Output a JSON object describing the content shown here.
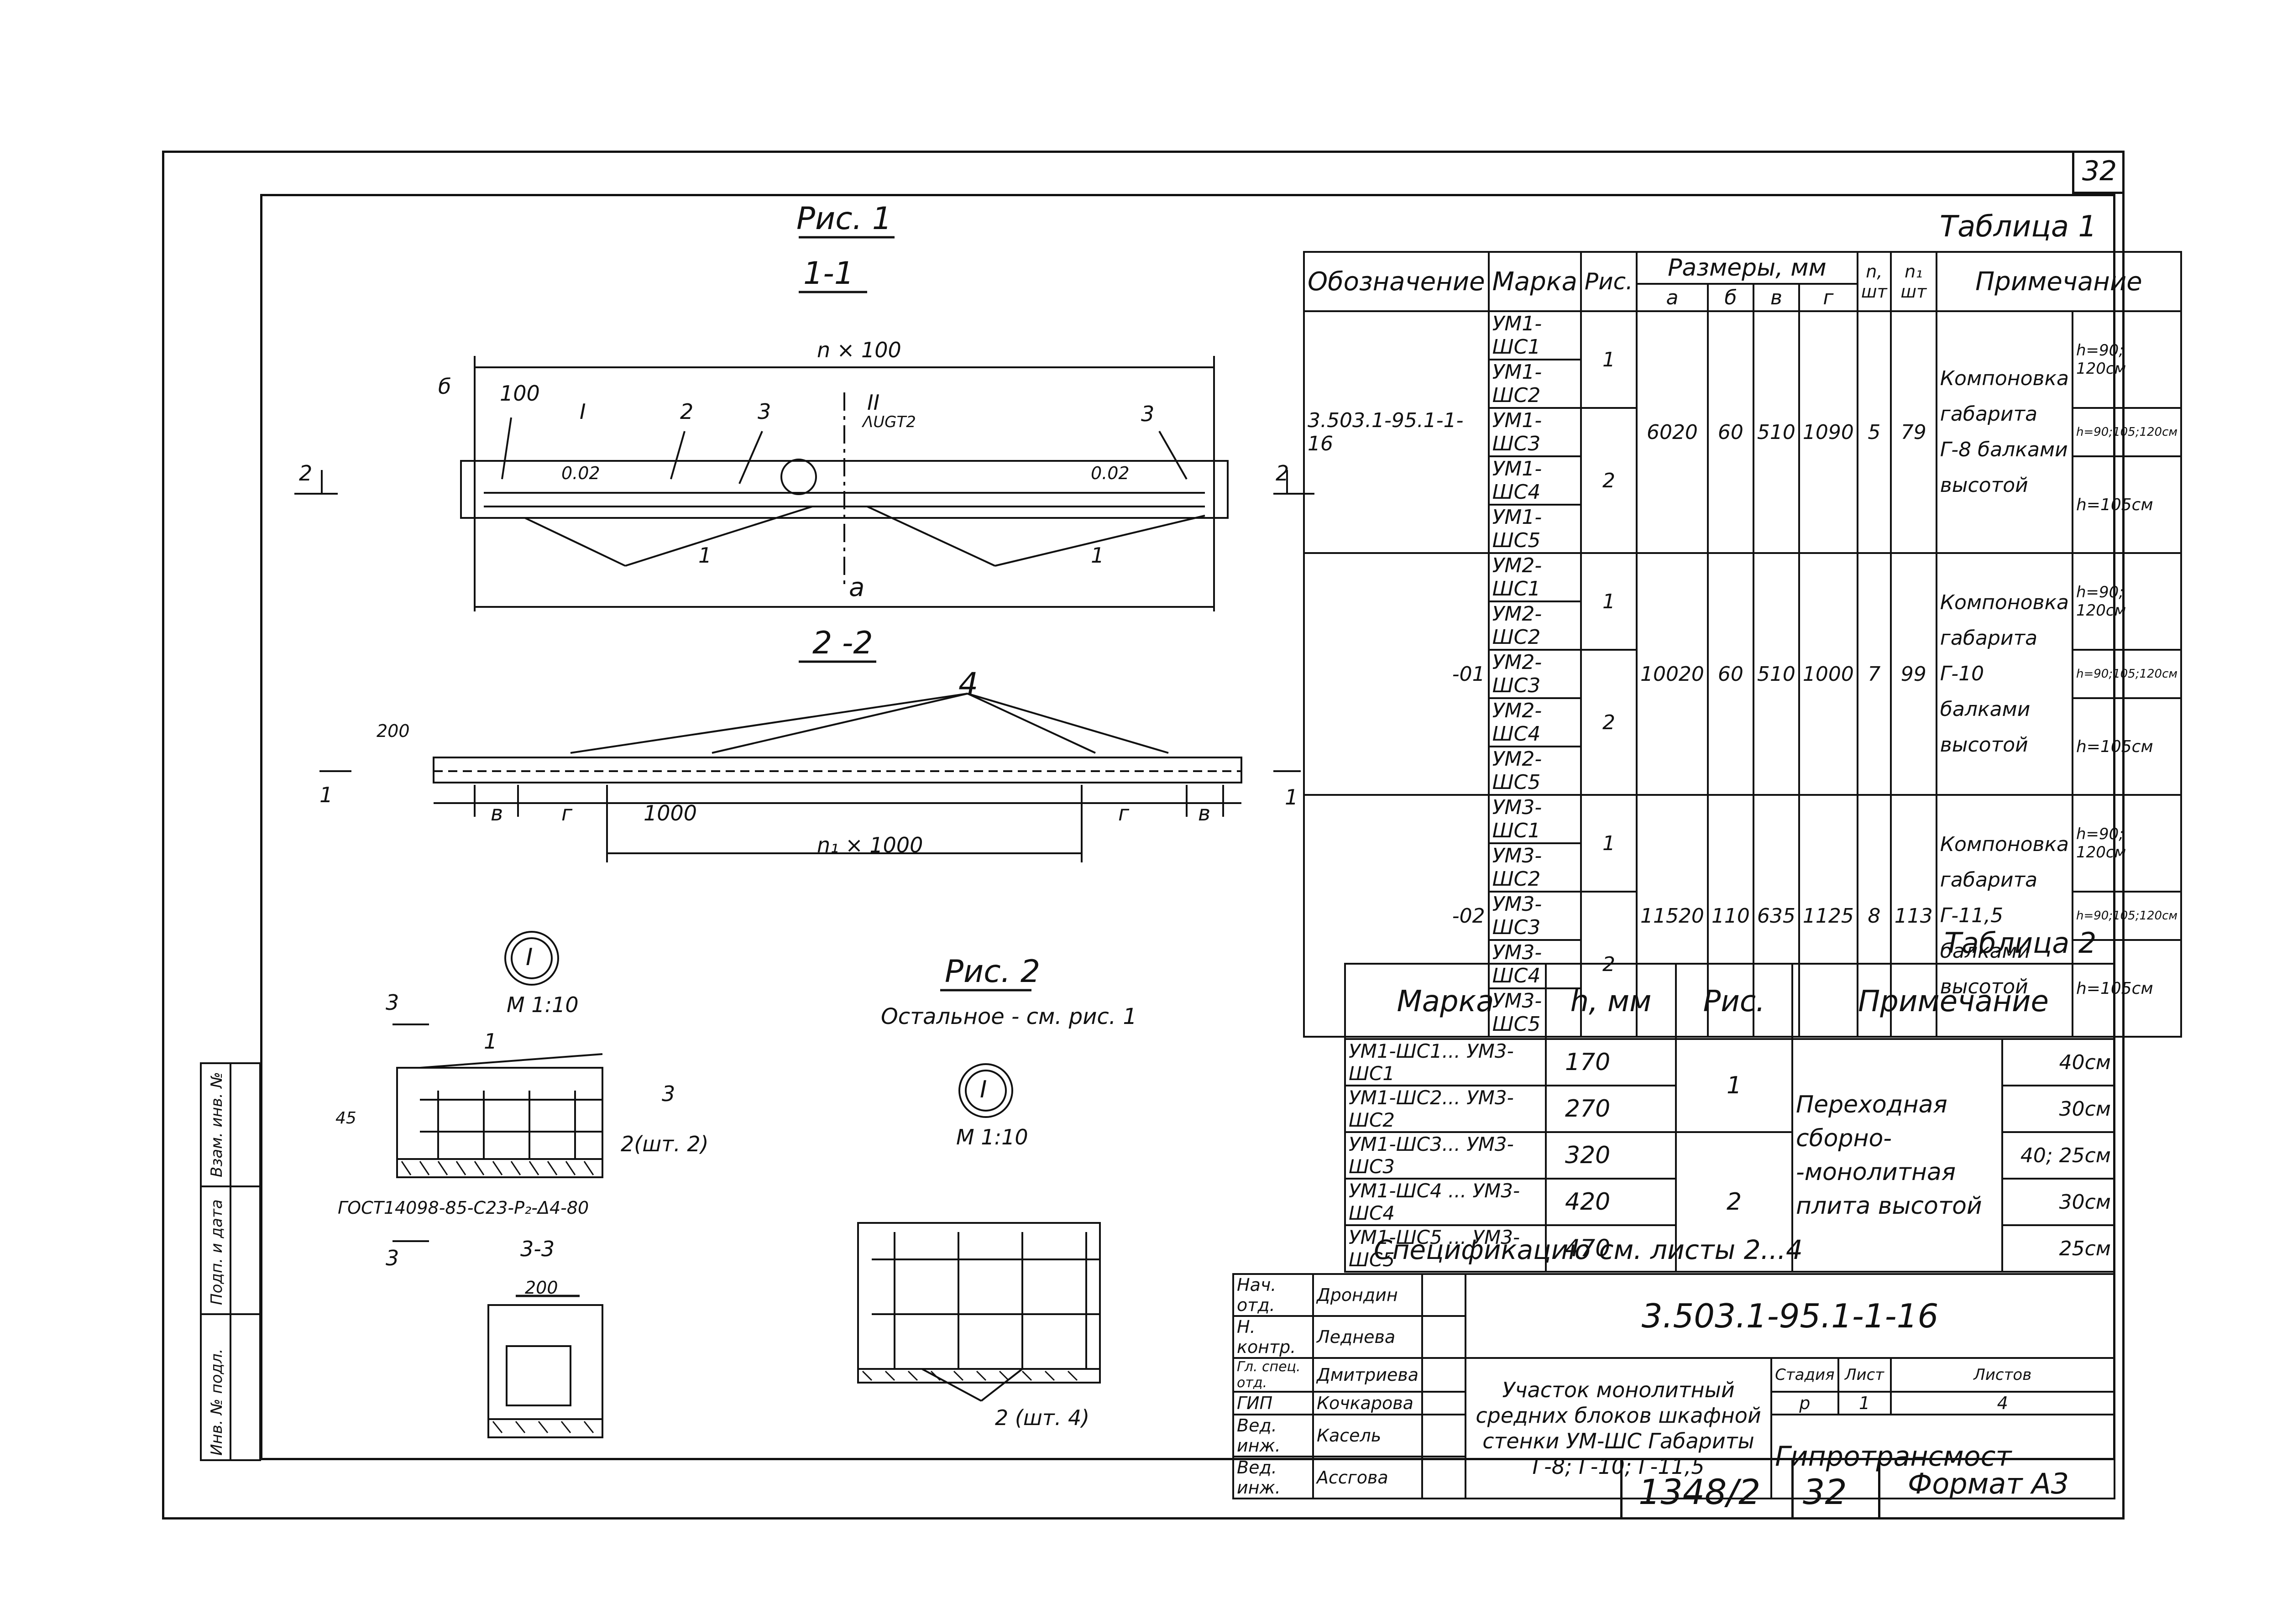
{
  "sheet_number_corner": "32",
  "figures": {
    "fig1_title": "Рис. 1",
    "section_1_1": "1-1",
    "section_2_2": "2 -2",
    "section_3_3": "3-3",
    "fig2_title": "Рис. 2",
    "fig2_note": "Остальное - см. рис. 1",
    "node_roman": "I",
    "node_roman_2": "II",
    "node_scale_1": "М 1:10",
    "node_scale_2": "М 1:10",
    "dim_n100": "n × 100",
    "dim_n1_1000": "n₁ × 1000",
    "dim_a": "a",
    "dim_b": "б",
    "dim_v": "в",
    "dim_g": "г",
    "dim_100": "100",
    "dim_1000": "1000",
    "dim_200": "200",
    "dim_200_b": "200",
    "dim_45": "45",
    "slope_left": "0.02",
    "slope_right": "0.02",
    "mark_aucb": "ΛUGT2",
    "pos_1": "1",
    "pos_2": "2",
    "pos_3": "3",
    "pos_4": "4",
    "cut_2": "2",
    "cut_1": "1",
    "cut_3": "3",
    "rebar_2_sht2": "2(шт. 2)",
    "rebar_2_sht4": "2 (шт. 4)",
    "gost": "ГОСТ14098-85-С23-Р₂-Δ4-80"
  },
  "table1": {
    "title": "Таблица 1",
    "headers": {
      "designation": "Обозначение",
      "mark": "Марка",
      "fig": "Рис.",
      "sizes": "Размеры, мм",
      "a": "а",
      "b": "б",
      "v": "в",
      "g": "г",
      "n": "n, шт",
      "n1": "n₁ шт",
      "note": "Примечание"
    },
    "groups": [
      {
        "designation": "3.503.1-95.1-1-16",
        "marks": [
          "УМ1-ШС1",
          "УМ1-ШС2",
          "УМ1-ШС3",
          "УМ1-ШС4",
          "УМ1-ШС5"
        ],
        "fig_top": "1",
        "fig_bottom": "2",
        "a": "6020",
        "b": "60",
        "v": "510",
        "g": "1090",
        "n": "5",
        "n1": "79",
        "note_text": "Компоновка габарита Г-8 балками высотой",
        "heights": [
          "h=90; 120см",
          "h=90;105;120см",
          "h=105см"
        ]
      },
      {
        "designation": "-01",
        "marks": [
          "УМ2-ШС1",
          "УМ2-ШС2",
          "УМ2-ШС3",
          "УМ2-ШС4",
          "УМ2-ШС5"
        ],
        "fig_top": "1",
        "fig_bottom": "2",
        "a": "10020",
        "b": "60",
        "v": "510",
        "g": "1000",
        "n": "7",
        "n1": "99",
        "note_text": "Компоновка габарита Г-10 балками высотой",
        "heights": [
          "h=90; 120см",
          "h=90;105;120см",
          "h=105см"
        ]
      },
      {
        "designation": "-02",
        "marks": [
          "УМ3-ШС1",
          "УМ3-ШС2",
          "УМ3-ШС3",
          "УМ3-ШС4",
          "УМ3-ШС5"
        ],
        "fig_top": "1",
        "fig_bottom": "2",
        "a": "11520",
        "b": "110",
        "v": "635",
        "g": "1125",
        "n": "8",
        "n1": "113",
        "note_text": "Компоновка габарита Г-11,5 балками высотой",
        "heights": [
          "h=90; 120см",
          "h=90;105;120см",
          "h=105см"
        ]
      }
    ]
  },
  "table2": {
    "title": "Таблица 2",
    "headers": {
      "mark": "Марка",
      "h": "h, мм",
      "fig": "Рис.",
      "note": "Примечание"
    },
    "rows": [
      {
        "mark": "УМ1-ШС1... УМ3-ШС1",
        "h": "170",
        "note_val": "40см"
      },
      {
        "mark": "УМ1-ШС2... УМ3-ШС2",
        "h": "270",
        "note_val": "30см"
      },
      {
        "mark": "УМ1-ШС3... УМ3-ШС3",
        "h": "320",
        "note_val": "40; 25см"
      },
      {
        "mark": "УМ1-ШС4 ... УМ3-ШС4",
        "h": "420",
        "note_val": "30см"
      },
      {
        "mark": "УМ1-ШС5 ... УМ3-ШС5",
        "h": "470",
        "note_val": "25см"
      }
    ],
    "fig_1": "1",
    "fig_2": "2",
    "note_text": "Переходная сборно- -монолитная плита высотой"
  },
  "spec_note": "Спецификацию см. листы 2...4",
  "title_block": {
    "roles": [
      "Нач. отд.",
      "Н. контр.",
      "Гл. спец. отд.",
      "ГИП",
      "Вед. инж.",
      "Вед. инж."
    ],
    "names": [
      "Дрондин",
      "Леднева",
      "Дмитриева",
      "Кочкарова",
      "Касель",
      "Ассгова"
    ],
    "code": "3.503.1-95.1-1-16",
    "description": "Участок монолитный средних блоков шкафной стенки УМ-ШС Габариты Г-8; Г-10; Г-11,5",
    "stage_label": "Стадия",
    "sheet_label": "Лист",
    "sheets_label": "Листов",
    "stage": "р",
    "sheet": "1",
    "sheets": "4",
    "org": "Гипротрансмост"
  },
  "bottom": {
    "inv": "1348/2",
    "page": "32",
    "format": "Формат А3"
  },
  "side_stamp": {
    "inv_podl": "Инв. № подл.",
    "sign_date": "Подп. и дата",
    "vzam_inv": "Взам. инв. №"
  }
}
